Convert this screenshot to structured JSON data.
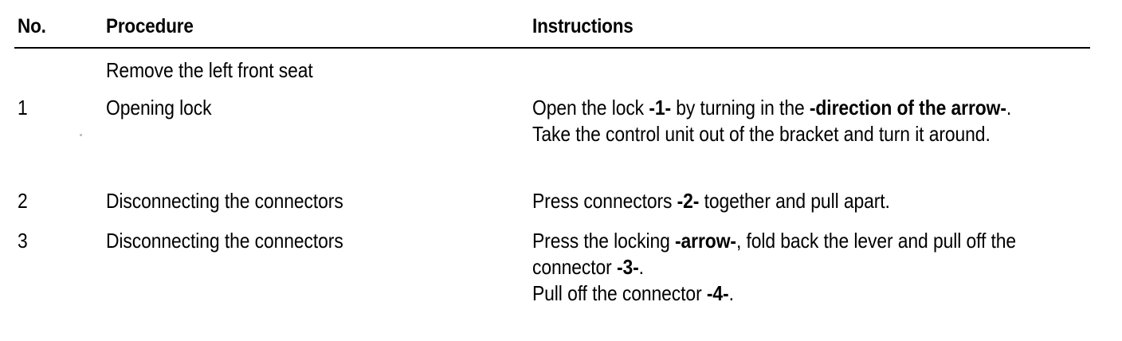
{
  "table": {
    "columns": {
      "no": "No.",
      "procedure": "Procedure",
      "instructions": "Instructions"
    },
    "intro_row": {
      "no": "",
      "procedure": "Remove the left front seat",
      "instructions": ""
    },
    "rows": [
      {
        "no": "1",
        "procedure": "Opening lock",
        "instructions_html": "Open the lock <b>-1-</b> by turning in the <b>-direction of the arrow-</b>. Take the control unit out of the bracket and turn it around.",
        "instructions_text": "Open the lock -1- by turning in the -direction of the arrow-. Take the control unit out of the bracket and turn it around.",
        "emphasis": [
          "-1-",
          "-direction of the arrow-"
        ]
      },
      {
        "no": "2",
        "procedure": "Disconnecting the connectors",
        "instructions_html": "Press connectors <b>-2-</b> together and pull apart.",
        "instructions_text": "Press connectors -2- together and pull apart.",
        "emphasis": [
          "-2-"
        ]
      },
      {
        "no": "3",
        "procedure": "Disconnecting the connectors",
        "instructions_html": "Press the locking <b>-arrow-</b>, fold back the lever and pull off the connector <b>-3-</b>.<br>Pull off the connector <b>-4-</b>.",
        "instructions_text": "Press the locking -arrow-, fold back the lever and pull off the connector -3-. Pull off the connector -4-.",
        "emphasis": [
          "-arrow-",
          "-3-",
          "-4-"
        ]
      }
    ]
  },
  "style": {
    "text_color": "#000000",
    "background_color": "#ffffff",
    "rule_color": "#000000"
  }
}
